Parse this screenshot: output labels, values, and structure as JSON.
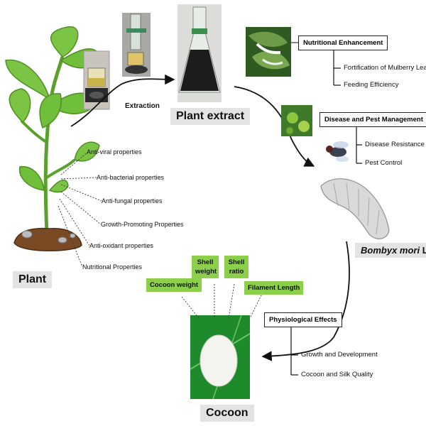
{
  "labels": {
    "plant": "Plant",
    "plant_extract": "Plant extract",
    "cocoon": "Cocoon",
    "extraction": "Extraction",
    "bombyx": "Bombyx mori",
    "bombyx_suffix": "L."
  },
  "properties": [
    "Anti-viral properties",
    "Anti-bacterial properties",
    "Anti-fungal properties",
    "Growth-Promoting Properties",
    "Anti-oxidant properties",
    "Nutritional Properties"
  ],
  "nutritional": {
    "title": "Nutritional Enhancement",
    "items": [
      "Fortification of Mulberry Leaves",
      "Feeding Efficiency"
    ]
  },
  "disease": {
    "title": "Disease and Pest Management",
    "items": [
      "Disease Resistance",
      "Pest Control"
    ]
  },
  "physiological": {
    "title": "Physiological Effects",
    "items": [
      "Growth and Development",
      "Cocoon and Silk Quality"
    ]
  },
  "cocoon_params": {
    "cocoon_weight": "Cocoon weight",
    "shell_weight_1": "Shell",
    "shell_weight_2": "weight",
    "shell_ratio_1": "Shell",
    "shell_ratio_2": "ratio",
    "filament_length": "Filament Length"
  },
  "colors": {
    "leaf": "#6fbf3a",
    "stem": "#5aa02c",
    "green_box": "#8bcf4a",
    "gray_label": "#e3e3e3"
  }
}
